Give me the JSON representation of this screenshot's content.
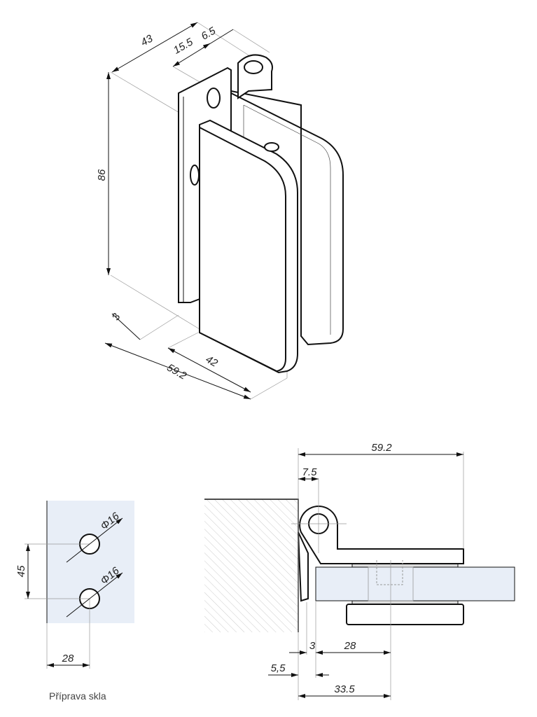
{
  "iso_view": {
    "dimensions": {
      "height": "86",
      "depth": "43",
      "knuckle_offset": "15.5",
      "knuckle_dia_half": "6.5",
      "gap": "3",
      "total_width": "59.2",
      "plate_width": "42"
    }
  },
  "glass_prep": {
    "hole_dia_top": "Φ16",
    "hole_dia_bottom": "Φ16",
    "hole_spacing": "45",
    "edge_distance": "28",
    "caption": "Příprava skla",
    "glass_color": "#e8eef7"
  },
  "section_view": {
    "dimensions": {
      "total_width": "59.2",
      "pivot_offset": "7.5",
      "gap": "3",
      "hole_from_glass": "28",
      "glass_offset": "5,5",
      "hole_from_wall": "33.5"
    }
  }
}
